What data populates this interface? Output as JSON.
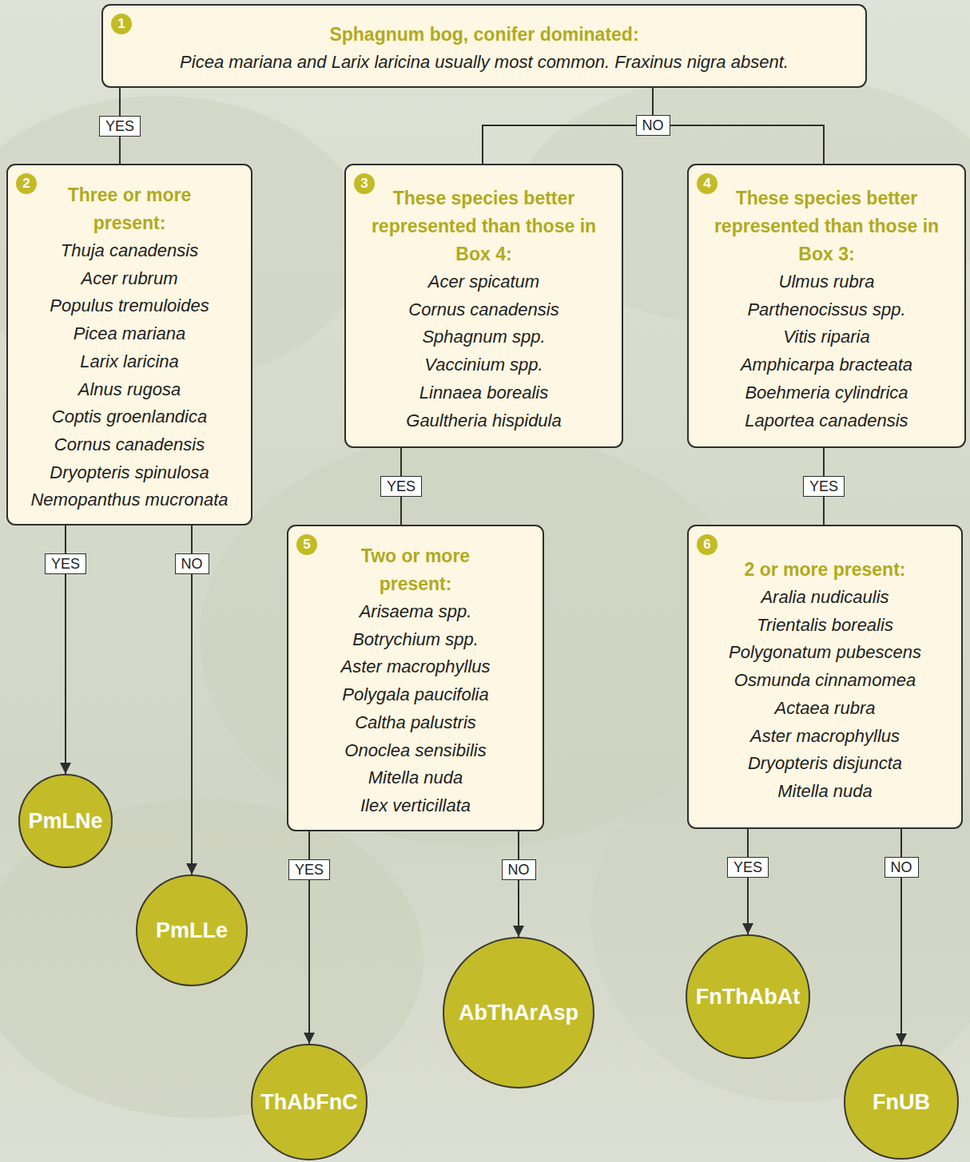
{
  "diagram": {
    "nodes": [
      {
        "text": [
          "1",
          "Sphagnum bog, conifer dominated:",
          "Picea mariana and Larix laricina usually most common. Fraxinus nigra absent."
        ]
      },
      {
        "text": [
          "2",
          "Three or more present:",
          "Thuja canadensis",
          "Acer rubrum",
          "Populus tremuloides",
          "Picea mariana",
          "Larix laricina",
          "Alnus rugosa",
          "Coptis groenlandica",
          "Cornus canadensis",
          "Dryopteris spinulosa",
          "Nemopanthus mucronata"
        ]
      },
      {
        "text": [
          "3",
          "These species better represented than those in Box 4:",
          "Acer spicatum",
          "Cornus canadensis",
          "Sphagnum spp.",
          "Vaccinium spp.",
          "Linnaea borealis",
          "Gaultheria hispidula"
        ]
      },
      {
        "text": [
          "4",
          "These species better represented than those in Box 3:",
          "Ulmus rubra",
          "Parthenocissus spp.",
          "Vitis riparia",
          "Amphicarpa bracteata",
          "Boehmeria cylindrica",
          "Laportea canadensis"
        ]
      },
      {
        "text": [
          "5",
          "Two or more present:",
          "Arisaema spp.",
          "Botrychium spp.",
          "Aster macrophyllus",
          "Polygala paucifolia",
          "Caltha palustris",
          "Onoclea sensibilis",
          "Mitella nuda",
          "Ilex verticillata"
        ]
      },
      {
        "text": [
          "6",
          "2 or more present:",
          "Aralia nudicaulis",
          "Trientalis borealis",
          "Polygonatum pubescens",
          "Osmunda cinnamomea",
          "Actaea rubra",
          "Aster macrophyllus",
          "Dryopteris disjuncta",
          "Mitella nuda"
        ]
      },
      {
        "text": [
          "PmLNe"
        ]
      },
      {
        "text": [
          "PmLLe"
        ]
      },
      {
        "text": [
          "ThAbFnC"
        ]
      },
      {
        "text": [
          "AbThArAsp"
        ]
      },
      {
        "text": [
          "FnThAbAt"
        ]
      },
      {
        "text": [
          "FnUB"
        ]
      }
    ],
    "edges": [
      {
        "from": 0,
        "to": 1,
        "label": "YES",
        "arrow": "none"
      },
      {
        "from": 0,
        "to": 2,
        "label": "NO",
        "arrow": "none"
      },
      {
        "from": 0,
        "to": 3,
        "arrow": "none"
      },
      {
        "from": 1,
        "to": 6,
        "label": "YES",
        "arrow": "to"
      },
      {
        "from": 1,
        "to": 7,
        "label": "NO",
        "arrow": "to"
      },
      {
        "from": 2,
        "to": 4,
        "label": "YES",
        "arrow": "none"
      },
      {
        "from": 3,
        "to": 5,
        "label": "YES",
        "arrow": "none"
      },
      {
        "from": 4,
        "to": 8,
        "label": "YES",
        "arrow": "to"
      },
      {
        "from": 4,
        "to": 9,
        "label": "NO",
        "arrow": "to"
      },
      {
        "from": 5,
        "to": 10,
        "label": "YES",
        "arrow": "to"
      },
      {
        "from": 5,
        "to": 11,
        "label": "NO",
        "arrow": "to"
      }
    ]
  }
}
